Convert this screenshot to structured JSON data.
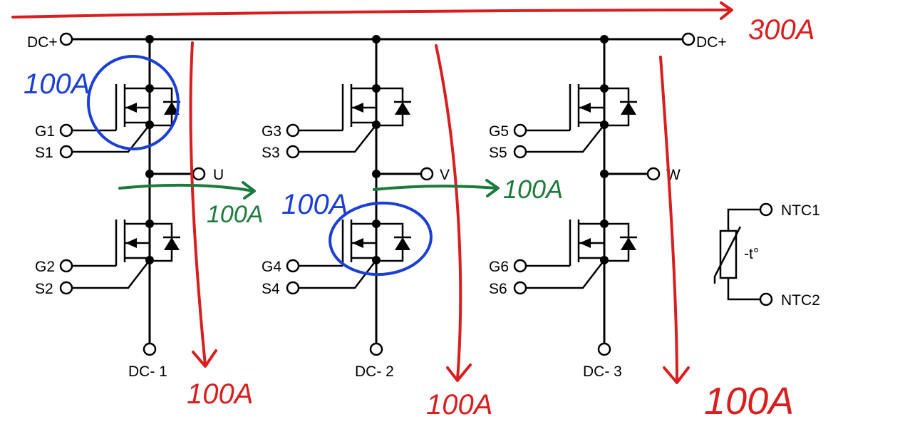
{
  "terminals": {
    "dc_plus_left": "DC+",
    "dc_plus_right": "DC+",
    "g1": "G1",
    "s1": "S1",
    "g2": "G2",
    "s2": "S2",
    "g3": "G3",
    "s3": "S3",
    "g4": "G4",
    "s4": "S4",
    "g5": "G5",
    "s5": "S5",
    "g6": "G6",
    "s6": "S6",
    "u": "U",
    "v": "V",
    "w": "W",
    "dc_minus_1": "DC- 1",
    "dc_minus_2": "DC- 2",
    "dc_minus_3": "DC- 3",
    "ntc1": "NTC1",
    "ntc2": "NTC2",
    "thermistor": "-t°"
  },
  "annotations": {
    "total_current": "300A",
    "leg1_current": "100A",
    "leg2_current": "100A",
    "leg3_current": "100A",
    "switch1_current": "100A",
    "switch4_current": "100A",
    "phase_u_current": "100A",
    "phase_v_current": "100A"
  },
  "colors": {
    "red_ink": "#d81e1e",
    "blue_ink": "#1b3fd6",
    "green_ink": "#1e7a3c"
  }
}
